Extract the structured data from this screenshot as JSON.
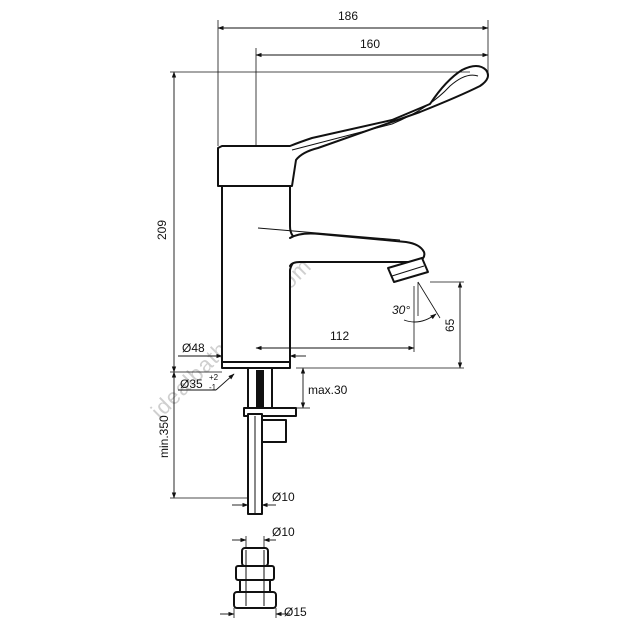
{
  "watermark": "idealbathrooms.com",
  "dimensions": {
    "overall_width": "186",
    "lever_width": "160",
    "total_height": "209",
    "spout_height": "65",
    "spout_reach": "112",
    "body_diameter": "Ø48",
    "hole_diameter": "Ø35",
    "hole_tol_upper": "+2",
    "hole_tol_lower": "-1",
    "max_deck": "max.30",
    "hose_length": "min.350",
    "tail_diameter": "Ø10",
    "fitting_inlet_diameter": "Ø10",
    "fitting_outlet_diameter": "Ø15",
    "spout_angle": "30°"
  }
}
